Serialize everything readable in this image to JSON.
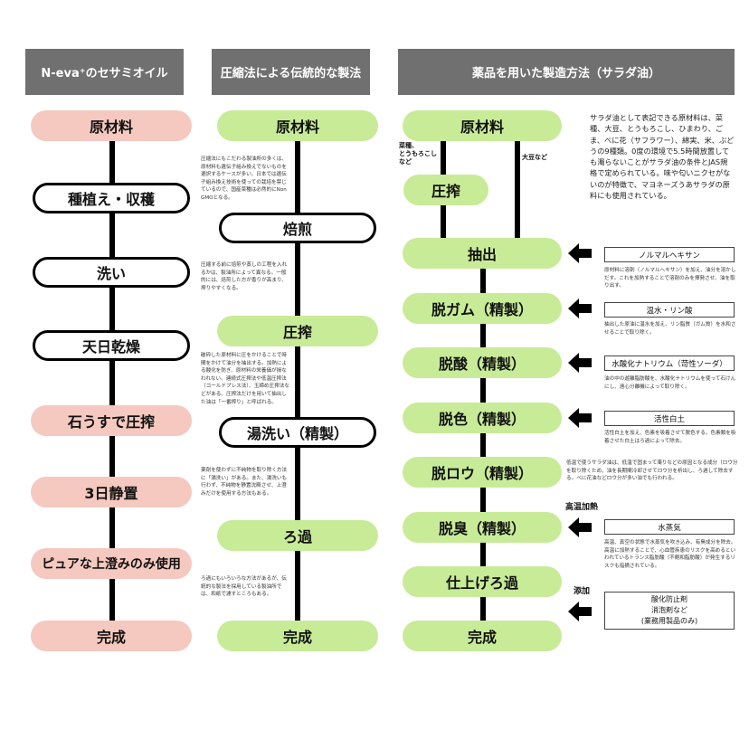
{
  "columns": [
    {
      "header": "N-eva⁺のセサミオイル",
      "steps": [
        "原材料",
        "種植え・収穫",
        "洗い",
        "天日乾燥",
        "石うすで圧搾",
        "3日静置",
        "ピュアな上澄みのみ使用",
        "完成"
      ]
    },
    {
      "header": "圧縮法による伝統的な製法",
      "steps": [
        "原材料",
        "焙煎",
        "圧搾",
        "湯洗い（精製）",
        "ろ過",
        "完成"
      ],
      "notes": [
        "圧縮法にもこだわる製油所の多くは、原材料も遺伝子組み換えでないものを選択するケースが多い。日本では遺伝子組み換え技術を使っての栽培を禁じているので、国産菜種は必然的にNon GMOとなる。",
        "圧縮する前に焙煎や蒸しの工程を入れるかは、製油所によって異なる。一般的には、焙煎した方が香りが高まり、搾りやすくなる。",
        "破砕した原材料に圧をかけることで時間をかけて油分を抽出する。加熱による酸化を防ぎ、原材料の栄養価が損なわれない。連続式圧搾法や低温圧搾法（コールドプレス法）、玉締め圧搾法などがある。圧搾法だけを用いて抽出した油は「一番搾り」と呼ばれる。",
        "薬剤を使わずに不純物を取り除く方法に「湯洗い」がある。また、湯洗いも行わず、不純物を静置沈殿させ、上澄みだけを使用する方法もある。",
        "ろ過にもいろいろな方法があるが、伝統的な製法を採用している製油所では、和紙で濾すところもある。"
      ]
    },
    {
      "header": "薬品を用いた製造方法（サラダ油）",
      "steps": [
        "原材料",
        "圧搾",
        "抽出",
        "脱ガム（精製）",
        "脱酸（精製）",
        "脱色（精製）",
        "脱ロウ（精製）",
        "脱臭（精製）",
        "仕上げろ過",
        "完成"
      ],
      "branch_left_label": "菜種、\nとうもろこし\nなど",
      "branch_right_label": "大豆など",
      "intro": "サラダ油として表記できる原材料は、菜種、大豆、とうもろこし、ひまわり、ごま、べに花（サフラワー）、綿実、米、ぶどうの9種類。0度の環境で5.5時間放置しても濁らないことがサラダ油の条件とJAS規格で定められている。味や匂いニクセがないのが特徴で、マヨネーズうあサラダの原料にも使用されている。",
      "agents": [
        {
          "label": "ノルマルヘキサン",
          "note": "原材料に溶剤（ノルマルヘキサン）を加え、油分を溶かしだす。これを加熱することで溶剤のみを揮発させ、油を取り出す。"
        },
        {
          "label": "温水・リン酸",
          "note": "抽出した原油に温水を加え、リン脂質（ガム質）を水和させることで取り除く。"
        },
        {
          "label": "水酸化ナトリウム（苛性ソーダ）",
          "note": "油の中の遊離脂肪酸を、水酸化ナトリウムを使って石けんにし、遠心分離機によって取り除く。"
        },
        {
          "label": "活性白土",
          "note": "活性白土を加え、色素を吸着させて脱色する。色素類を吸着させた白土はろ過によって除去。"
        },
        {
          "label": "水蒸気",
          "note": "高温、真空の状態で水蒸気を吹き込み、有臭成分を除去。高温に加熱することで、心血管疾患のリスクを高めるといわれているトランス脂肪酸（不飽和脂肪酸）が発生するリスクも指摘されている。",
          "heading": "高温加熱"
        },
        {
          "label_lines": [
            "酸化防止剤",
            "消泡剤など",
            "(業務用製品のみ)"
          ],
          "heading": "添加"
        }
      ],
      "dewax_note": "低温で使うサラダ油は、低温で固まって濁りなどの原因となる成分（ロウ分を取り除くため、油を長期間冷却させてロウ分を析出し、ろ過して除去する。べに花油などロウ分が多い油でも行われる。"
    }
  ],
  "colors": {
    "header_bg": "#707070",
    "pink": "#f5c9bf",
    "green": "#c8eb98",
    "line": "#000000"
  }
}
